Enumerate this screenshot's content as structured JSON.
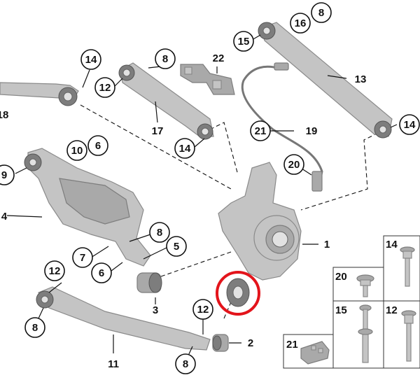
{
  "callouts": {
    "c14_top": "14",
    "c8_top": "8",
    "c12_a": "12",
    "c15_top": "15",
    "c16": "16",
    "c8_tr": "8",
    "c17_num": "17",
    "c14_mid": "14",
    "c21": "21",
    "c19": "19",
    "c13": "13",
    "c14_right": "14",
    "c18": "18",
    "c10": "10",
    "c6_top": "6",
    "c9": "9",
    "c4": "4",
    "c20": "20",
    "c1": "1",
    "c8_mid": "8",
    "c7": "7",
    "c6_low": "6",
    "c5": "5",
    "c3": "3",
    "c22": "22",
    "c12_left": "12",
    "c8_left": "8",
    "c12_low": "12",
    "c2": "2",
    "c11": "11",
    "c8_bottom": "8"
  },
  "fastener_panel": {
    "cells": [
      {
        "label": "14"
      },
      {
        "label": "20"
      },
      {
        "label": "15"
      },
      {
        "label": "12"
      },
      {
        "label": "21"
      }
    ]
  },
  "highlight_color": "#e3141b"
}
